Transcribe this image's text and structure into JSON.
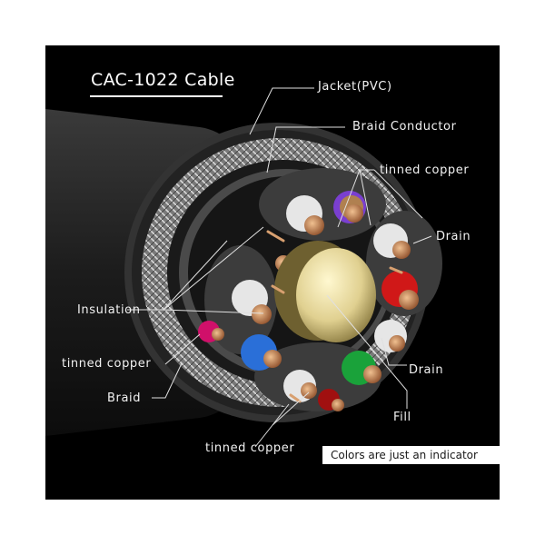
{
  "title": "CAC-1022 Cable",
  "labels": {
    "jacket": "Jacket(PVC)",
    "braid_conductor": "Braid Conductor",
    "tinned_copper_top": "tinned copper",
    "drain_right": "Drain",
    "insulation": "Insulation",
    "tinned_copper_left": "tinned copper",
    "braid": "Braid",
    "drain_bottom": "Drain",
    "fill": "Fill",
    "tinned_copper_bottom": "tinned copper"
  },
  "note": "Colors are just an indicator",
  "colors": {
    "background": "#000000",
    "jacket": "#2a2a2a",
    "braid": "#9a9a9a",
    "fill": "#e8dca0",
    "copper": "#c8835a",
    "pair_purple": "#7a3fd0",
    "pair_red": "#d01818",
    "pair_blue": "#2a6fd8",
    "pair_green": "#1aa23a",
    "pair_magenta": "#d0106a",
    "insulation": "#e6e6e6"
  }
}
